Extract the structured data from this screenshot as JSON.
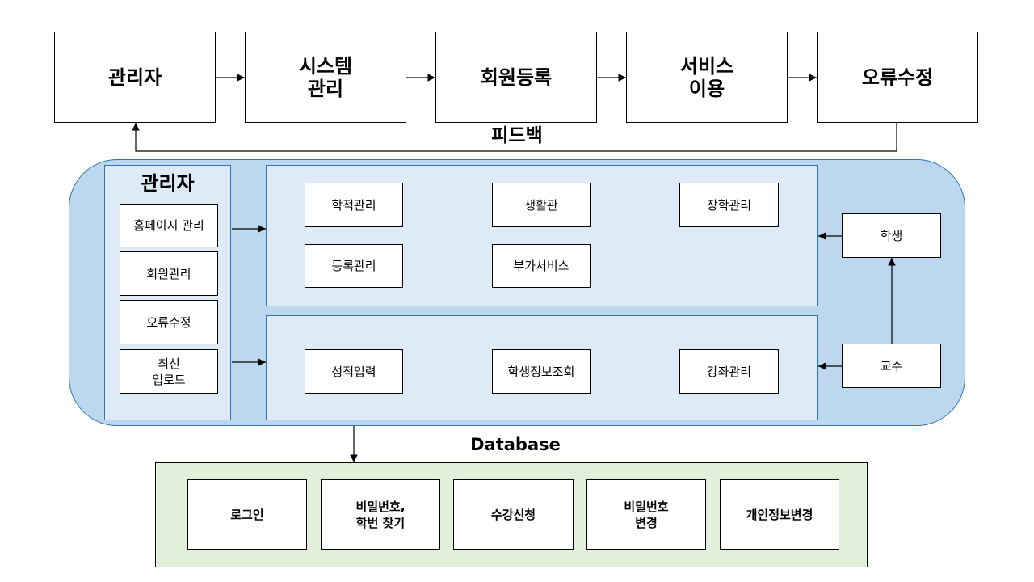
{
  "top_flow": [
    "관리자",
    "시스템\n관리",
    "회원등록",
    "서비스\n이용",
    "오류수정"
  ],
  "feedback_label": "피드백",
  "admin_panel": {
    "title": "관리자",
    "items": [
      "홈페이지 관리",
      "회원관리",
      "오류수정",
      "최신\n업로드"
    ]
  },
  "upper_services": [
    "학적관리",
    "생활관",
    "장학관리",
    "등록관리",
    "부가서비스"
  ],
  "lower_services": [
    "성적입력",
    "학생정보조회",
    "강좌관리"
  ],
  "actors": {
    "student": "학생",
    "professor": "교수"
  },
  "database_label": "Database",
  "database_items": [
    "로그인",
    "비밀번호,\n학번 찾기",
    "수강신청",
    "비밀번호\n변경",
    "개인정보변경"
  ],
  "colors": {
    "outer_panel": "#bdd7ee",
    "inner_panel": "#deebf7",
    "db_panel": "#e2f0d9",
    "line": "#000000"
  }
}
